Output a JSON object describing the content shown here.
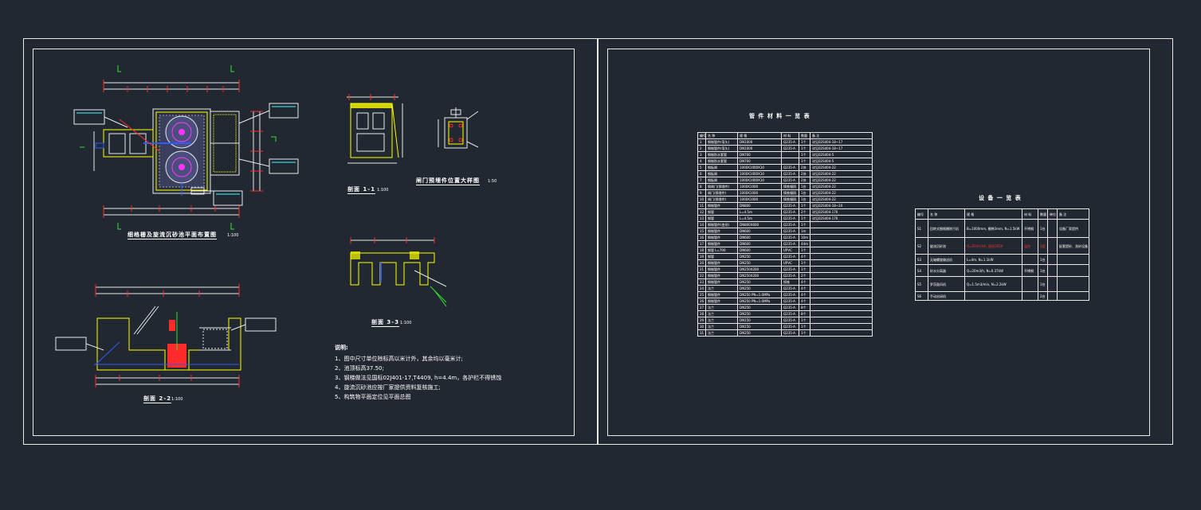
{
  "drawing": {
    "plan_title": "细格栅及旋流沉砂池平面布置图",
    "plan_scale": "1:100",
    "section11_title": "剖面 1-1",
    "section11_scale": "1:100",
    "gate_title": "闸门预埋件位置大样图",
    "gate_scale": "1:50",
    "section33_title": "剖面 3-3",
    "section33_scale": "1:100",
    "section22_title": "剖面 2-2",
    "section22_scale": "1:100"
  },
  "notes": {
    "heading": "说明:",
    "items": [
      "1、图中尺寸单位除标高以米计外，其余均以毫米计;",
      "2、池顶标高37.50;",
      "3、钢梯做法见国标02J401-17,T4409, h=4.4m，各护栏不得锈蚀",
      "4、旋流沉砂池应按厂家提供资料复核施工;",
      "5、构筑物平面定位见平面总图"
    ]
  },
  "materials_table": {
    "title": "管 件 材 料 一 览 表",
    "headers": [
      "编号",
      "名 称",
      "规 格",
      "材 料",
      "数量",
      "备 注"
    ],
    "rows": [
      [
        "1",
        "钢制管件(弯头)",
        "DN1000",
        "Q235-A",
        "1个",
        "详见02S404-18~17"
      ],
      [
        "2",
        "钢制管件(弯头)",
        "DN1000",
        "Q235-A",
        "1个",
        "详见02S404-18~17"
      ],
      [
        "3",
        "钢制防水套管",
        "DN700",
        "",
        "1个",
        "详见02S404-5"
      ],
      [
        "4",
        "钢制防水套管",
        "DN700",
        "",
        "1个",
        "详见02S404-5"
      ],
      [
        "5",
        "钢板闸",
        "1000X1000X10",
        "Q235-A",
        "2块",
        "详见02S404-22"
      ],
      [
        "6",
        "钢板闸",
        "1000X1000X10",
        "Q235-A",
        "2块",
        "详见02S404-22"
      ],
      [
        "7",
        "钢板闸",
        "1000X1000X10",
        "Q235-A",
        "2块",
        "详见02S404-22"
      ],
      [
        "8",
        "钢闸门(预埋件)",
        "1000X1000",
        "铸铁镶铜",
        "1台",
        "详见02S404-22"
      ],
      [
        "9",
        "闸门(预埋件)",
        "1000X1000",
        "铸铁镶铜",
        "1台",
        "详见02S404-22"
      ],
      [
        "10",
        "闸门(预埋件)",
        "1000X1000",
        "铸铁镶铜",
        "1台",
        "详见02S404-22"
      ],
      [
        "11",
        "钢制管件",
        "DN800",
        "Q235-A",
        "1个",
        "详见02S404-18~20"
      ],
      [
        "12",
        "钢管",
        "L=4.5m",
        "Q235-A",
        "2个",
        "详见02S404-176"
      ],
      [
        "13",
        "钢管",
        "L=4.5m",
        "Q235-A",
        "1个",
        "详见02S404-176"
      ],
      [
        "14",
        "钢制管件(变径)",
        "DN800X600",
        "Q235-A",
        "1个",
        ""
      ],
      [
        "15",
        "钢制管件",
        "DN600",
        "Q235-A",
        "1m",
        ""
      ],
      [
        "16",
        "钢制管件",
        "DN600",
        "Q235-A",
        "10m",
        ""
      ],
      [
        "17",
        "钢制管件",
        "DN600",
        "Q235-A",
        "44m",
        ""
      ],
      [
        "18",
        "钢管 L=700",
        "DN600",
        "UPVC",
        "1个",
        ""
      ],
      [
        "19",
        "钢管",
        "DN250",
        "Q235-A",
        "4个",
        ""
      ],
      [
        "20",
        "钢制管件",
        "DN250",
        "UPVC",
        "1个",
        ""
      ],
      [
        "21",
        "钢制管件",
        "DN250X200",
        "Q235-A",
        "1个",
        ""
      ],
      [
        "22",
        "钢制管件",
        "DN250X200",
        "Q235-A",
        "2个",
        ""
      ],
      [
        "23",
        "钢制管件",
        "DN250",
        "铸铁",
        "4个",
        ""
      ],
      [
        "24",
        "法兰",
        "DN250",
        "Q235-A",
        "4个",
        ""
      ],
      [
        "25",
        "钢制管件",
        "DN250 PN=1.0MPa",
        "Q235-A",
        "4个",
        ""
      ],
      [
        "26",
        "钢制管件",
        "DN250 PN=1.0MPa",
        "Q235-A",
        "4个",
        ""
      ],
      [
        "27",
        "法兰",
        "DN250",
        "Q235-A",
        "8个",
        ""
      ],
      [
        "28",
        "法兰",
        "DN250",
        "Q235-A",
        "8个",
        ""
      ],
      [
        "29",
        "法兰",
        "DN150",
        "Q235-A",
        "1个",
        ""
      ],
      [
        "30",
        "法兰",
        "DN150",
        "Q235-A",
        "1个",
        ""
      ],
      [
        "31",
        "法兰",
        "DN250",
        "Q235-A",
        "1个",
        ""
      ]
    ]
  },
  "equipment_table": {
    "title": "设 备 一 览 表",
    "headers": [
      "编号",
      "名 称",
      "规 格",
      "材 料",
      "数量",
      "单位",
      "备 注"
    ],
    "rows": [
      [
        "S1",
        "回转式细格栅除污机",
        "B=1000mm, 栅隙3mm, N=1.5kW",
        "不锈钢",
        "1台",
        "",
        "设备厂家提供"
      ],
      [
        "S2",
        "旋流沉砂池",
        "Q=600m3/h, 直径3650",
        "组合",
        "1套",
        "",
        "配套提砂、洗砂设备"
      ],
      [
        "S3",
        "无轴螺旋输送机",
        "L=4m, N=1.1kW",
        "",
        "1台",
        "",
        ""
      ],
      [
        "S4",
        "砂水分离器",
        "Q=20m3/h, N=0.37kW",
        "不锈钢",
        "1台",
        "",
        ""
      ],
      [
        "S5",
        "罗茨鼓风机",
        "Q=1.5m3/min, N=2.2kW",
        "",
        "1台",
        "",
        ""
      ],
      [
        "S6",
        "手动启闭机",
        "",
        "",
        "2台",
        "",
        ""
      ]
    ]
  },
  "colors": {
    "background": "#222831",
    "line": "#e8e8e8",
    "wall": "#ffff00",
    "grid": "#2fe32f",
    "red": "#ff2a2a",
    "magenta": "#ff35ff",
    "blue": "#2d5bff",
    "cyan": "#35ffff"
  }
}
